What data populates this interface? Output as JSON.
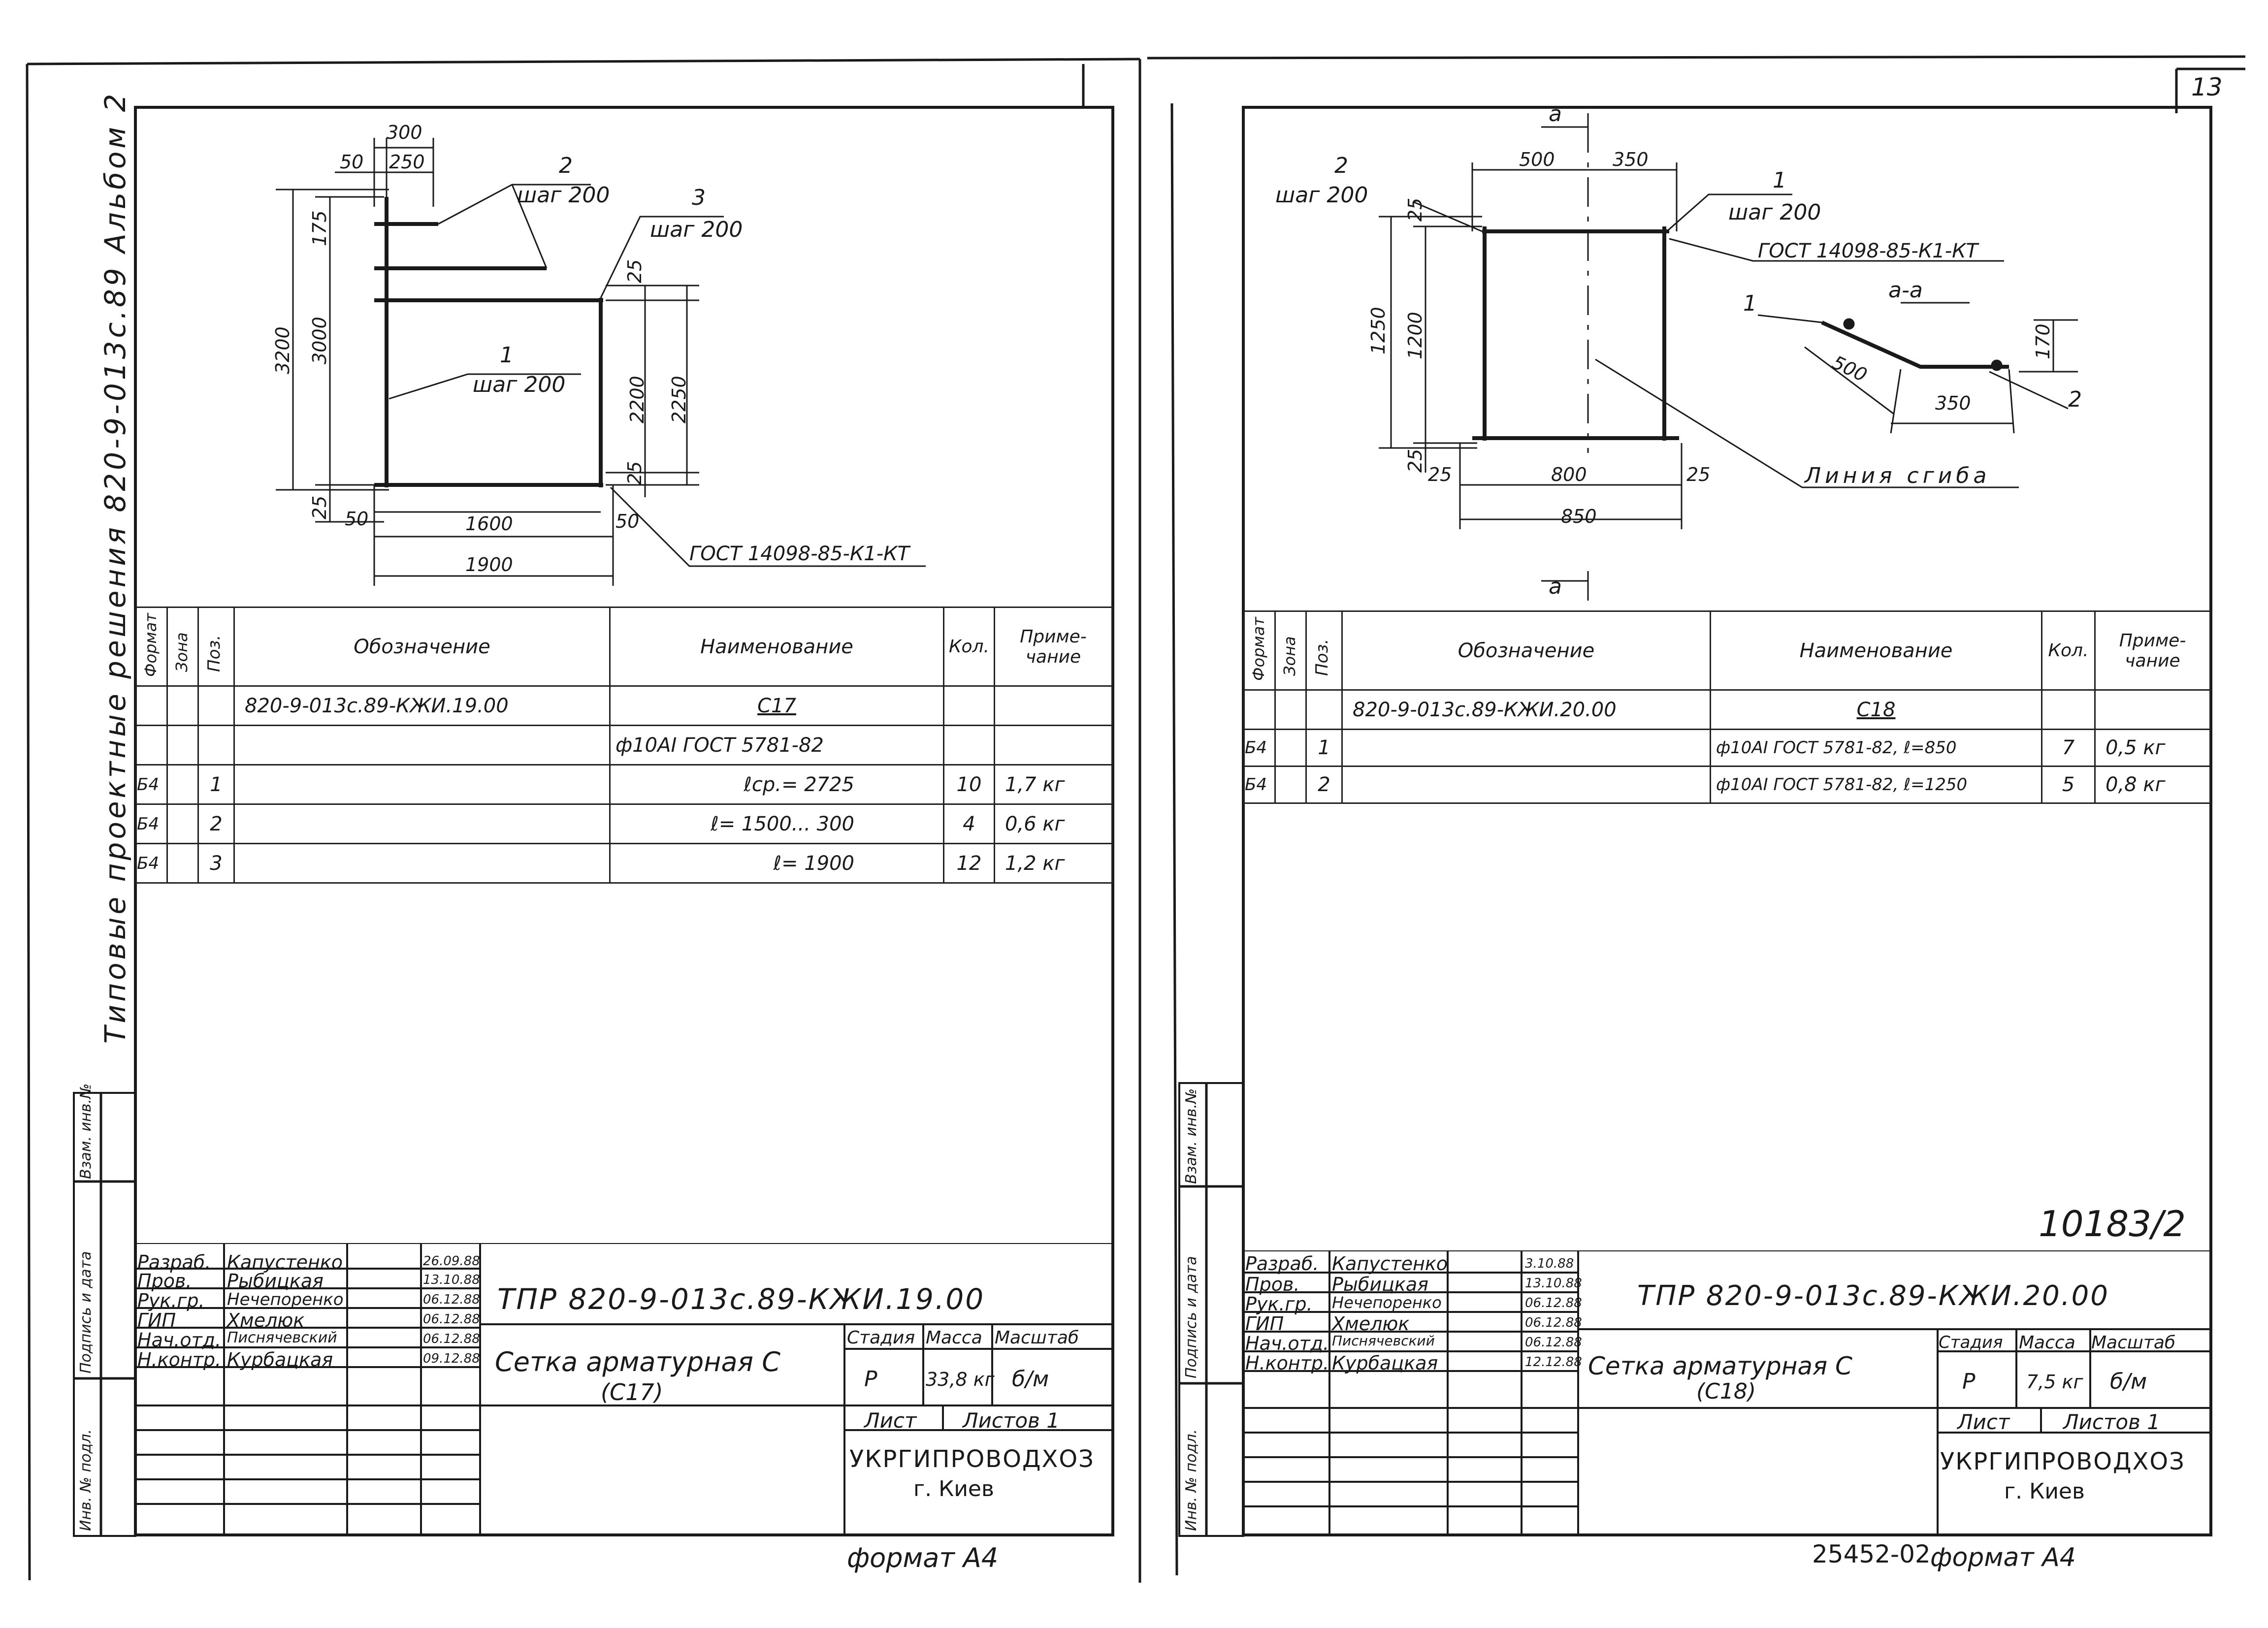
{
  "page_number": "13",
  "side_stamp": {
    "album_text": "Типовые проектные решения 820-9-013с.89 Альбом 2",
    "inventory_labels": [
      "Инв. № подл.",
      "Подпись и дата",
      "Взам. инв.№"
    ]
  },
  "sheet_left": {
    "drawing": {
      "dims": [
        "300",
        "50",
        "250",
        "175",
        "3200",
        "3000",
        "25",
        "50",
        "1600",
        "1900",
        "2200",
        "2250",
        "25",
        "25",
        "50"
      ],
      "callouts": [
        {
          "pos": "2",
          "text": "шаг 200"
        },
        {
          "pos": "3",
          "text": "шаг 200"
        },
        {
          "pos": "1",
          "text": "шаг 200"
        }
      ],
      "gost_note": "ГОСТ 14098-85-К1-КТ"
    },
    "spec_headers": [
      "Формат",
      "Зона",
      "Поз.",
      "Обозначение",
      "Наименование",
      "Кол.",
      "Приме-\nчание"
    ],
    "spec_rows": [
      {
        "format": "",
        "zone": "",
        "pos": "",
        "designation": "820-9-013с.89-КЖИ.19.00",
        "name": "С17",
        "qty": "",
        "note": ""
      },
      {
        "format": "",
        "zone": "",
        "pos": "",
        "designation": "",
        "name": "ф10АI ГОСТ 5781-82",
        "qty": "",
        "note": ""
      },
      {
        "format": "Б4",
        "zone": "",
        "pos": "1",
        "designation": "",
        "name": "ℓср.= 2725",
        "qty": "10",
        "note": "1,7 кг"
      },
      {
        "format": "Б4",
        "zone": "",
        "pos": "2",
        "designation": "",
        "name": "ℓ= 1500... 300",
        "qty": "4",
        "note": "0,6 кг"
      },
      {
        "format": "Б4",
        "zone": "",
        "pos": "3",
        "designation": "",
        "name": "ℓ= 1900",
        "qty": "12",
        "note": "1,2 кг"
      }
    ],
    "title_block": {
      "code": "ТПР 820-9-013с.89-КЖИ.19.00",
      "people": [
        {
          "role": "Разраб.",
          "name": "Капустенко",
          "date": "26.09.88"
        },
        {
          "role": "Пров.",
          "name": "Рыбицкая",
          "date": "13.10.88"
        },
        {
          "role": "Рук.гр.",
          "name": "Нечепоренко",
          "date": "06.12.88"
        },
        {
          "role": "ГИП",
          "name": "Хмелюк",
          "date": "06.12.88"
        },
        {
          "role": "Нач.отд.",
          "name": "Писнячевский",
          "date": "06.12.88"
        },
        {
          "role": "Н.контр.",
          "name": "Курбацкая",
          "date": "09.12.88"
        }
      ],
      "title": "Сетка арматурная С",
      "subtitle": "(С17)",
      "stage_label": "Стадия",
      "mass_label": "Масса",
      "scale_label": "Масштаб",
      "stage": "Р",
      "mass": "33,8 кг",
      "scale": "б/м",
      "sheet_label": "Лист",
      "sheets_label": "Листов 1",
      "org": "УКРГИПРОВОДХОЗ",
      "city": "г. Киев"
    },
    "format_note": "формат А4"
  },
  "sheet_right": {
    "drawing": {
      "section_mark": "а",
      "dims": [
        "500",
        "350",
        "25",
        "1250",
        "1200",
        "25",
        "25",
        "800",
        "25",
        "850",
        "500",
        "350",
        "170"
      ],
      "callouts": [
        {
          "pos": "2",
          "text": "шаг 200"
        },
        {
          "pos": "1",
          "text": "шаг 200"
        }
      ],
      "gost_note": "ГОСТ 14098-85-К1-КТ",
      "section_title": "а-а",
      "section_pos_1": "1",
      "section_pos_2": "2",
      "bend_line": "Линия сгиба"
    },
    "spec_headers": [
      "Формат",
      "Зона",
      "Поз.",
      "Обозначение",
      "Наименование",
      "Кол.",
      "Приме-\nчание"
    ],
    "spec_rows": [
      {
        "format": "",
        "zone": "",
        "pos": "",
        "designation": "820-9-013с.89-КЖИ.20.00",
        "name": "С18",
        "qty": "",
        "note": ""
      },
      {
        "format": "Б4",
        "zone": "",
        "pos": "1",
        "designation": "",
        "name": "ф10АI ГОСТ 5781-82, ℓ=850",
        "qty": "7",
        "note": "0,5 кг"
      },
      {
        "format": "Б4",
        "zone": "",
        "pos": "2",
        "designation": "",
        "name": "ф10АI ГОСТ 5781-82, ℓ=1250",
        "qty": "5",
        "note": "0,8 кг"
      }
    ],
    "handwritten_number": "10183/2",
    "title_block": {
      "code": "ТПР 820-9-013с.89-КЖИ.20.00",
      "people": [
        {
          "role": "Разраб.",
          "name": "Капустенко",
          "date": "3.10.88"
        },
        {
          "role": "Пров.",
          "name": "Рыбицкая",
          "date": "13.10.88"
        },
        {
          "role": "Рук.гр.",
          "name": "Нечепоренко",
          "date": "06.12.88"
        },
        {
          "role": "ГИП",
          "name": "Хмелюк",
          "date": "06.12.88"
        },
        {
          "role": "Нач.отд.",
          "name": "Писнячевский",
          "date": "06.12.88"
        },
        {
          "role": "Н.контр.",
          "name": "Курбацкая",
          "date": "12.12.88"
        }
      ],
      "title": "Сетка арматурная С",
      "subtitle": "(С18)",
      "stage_label": "Стадия",
      "mass_label": "Масса",
      "scale_label": "Масштаб",
      "stage": "Р",
      "mass": "7,5 кг",
      "scale": "б/м",
      "sheet_label": "Лист",
      "sheets_label": "Листов 1",
      "org": "УКРГИПРОВОДХОЗ",
      "city": "г. Киев"
    },
    "archive_number": "25452-02",
    "format_note": "формат А4"
  }
}
